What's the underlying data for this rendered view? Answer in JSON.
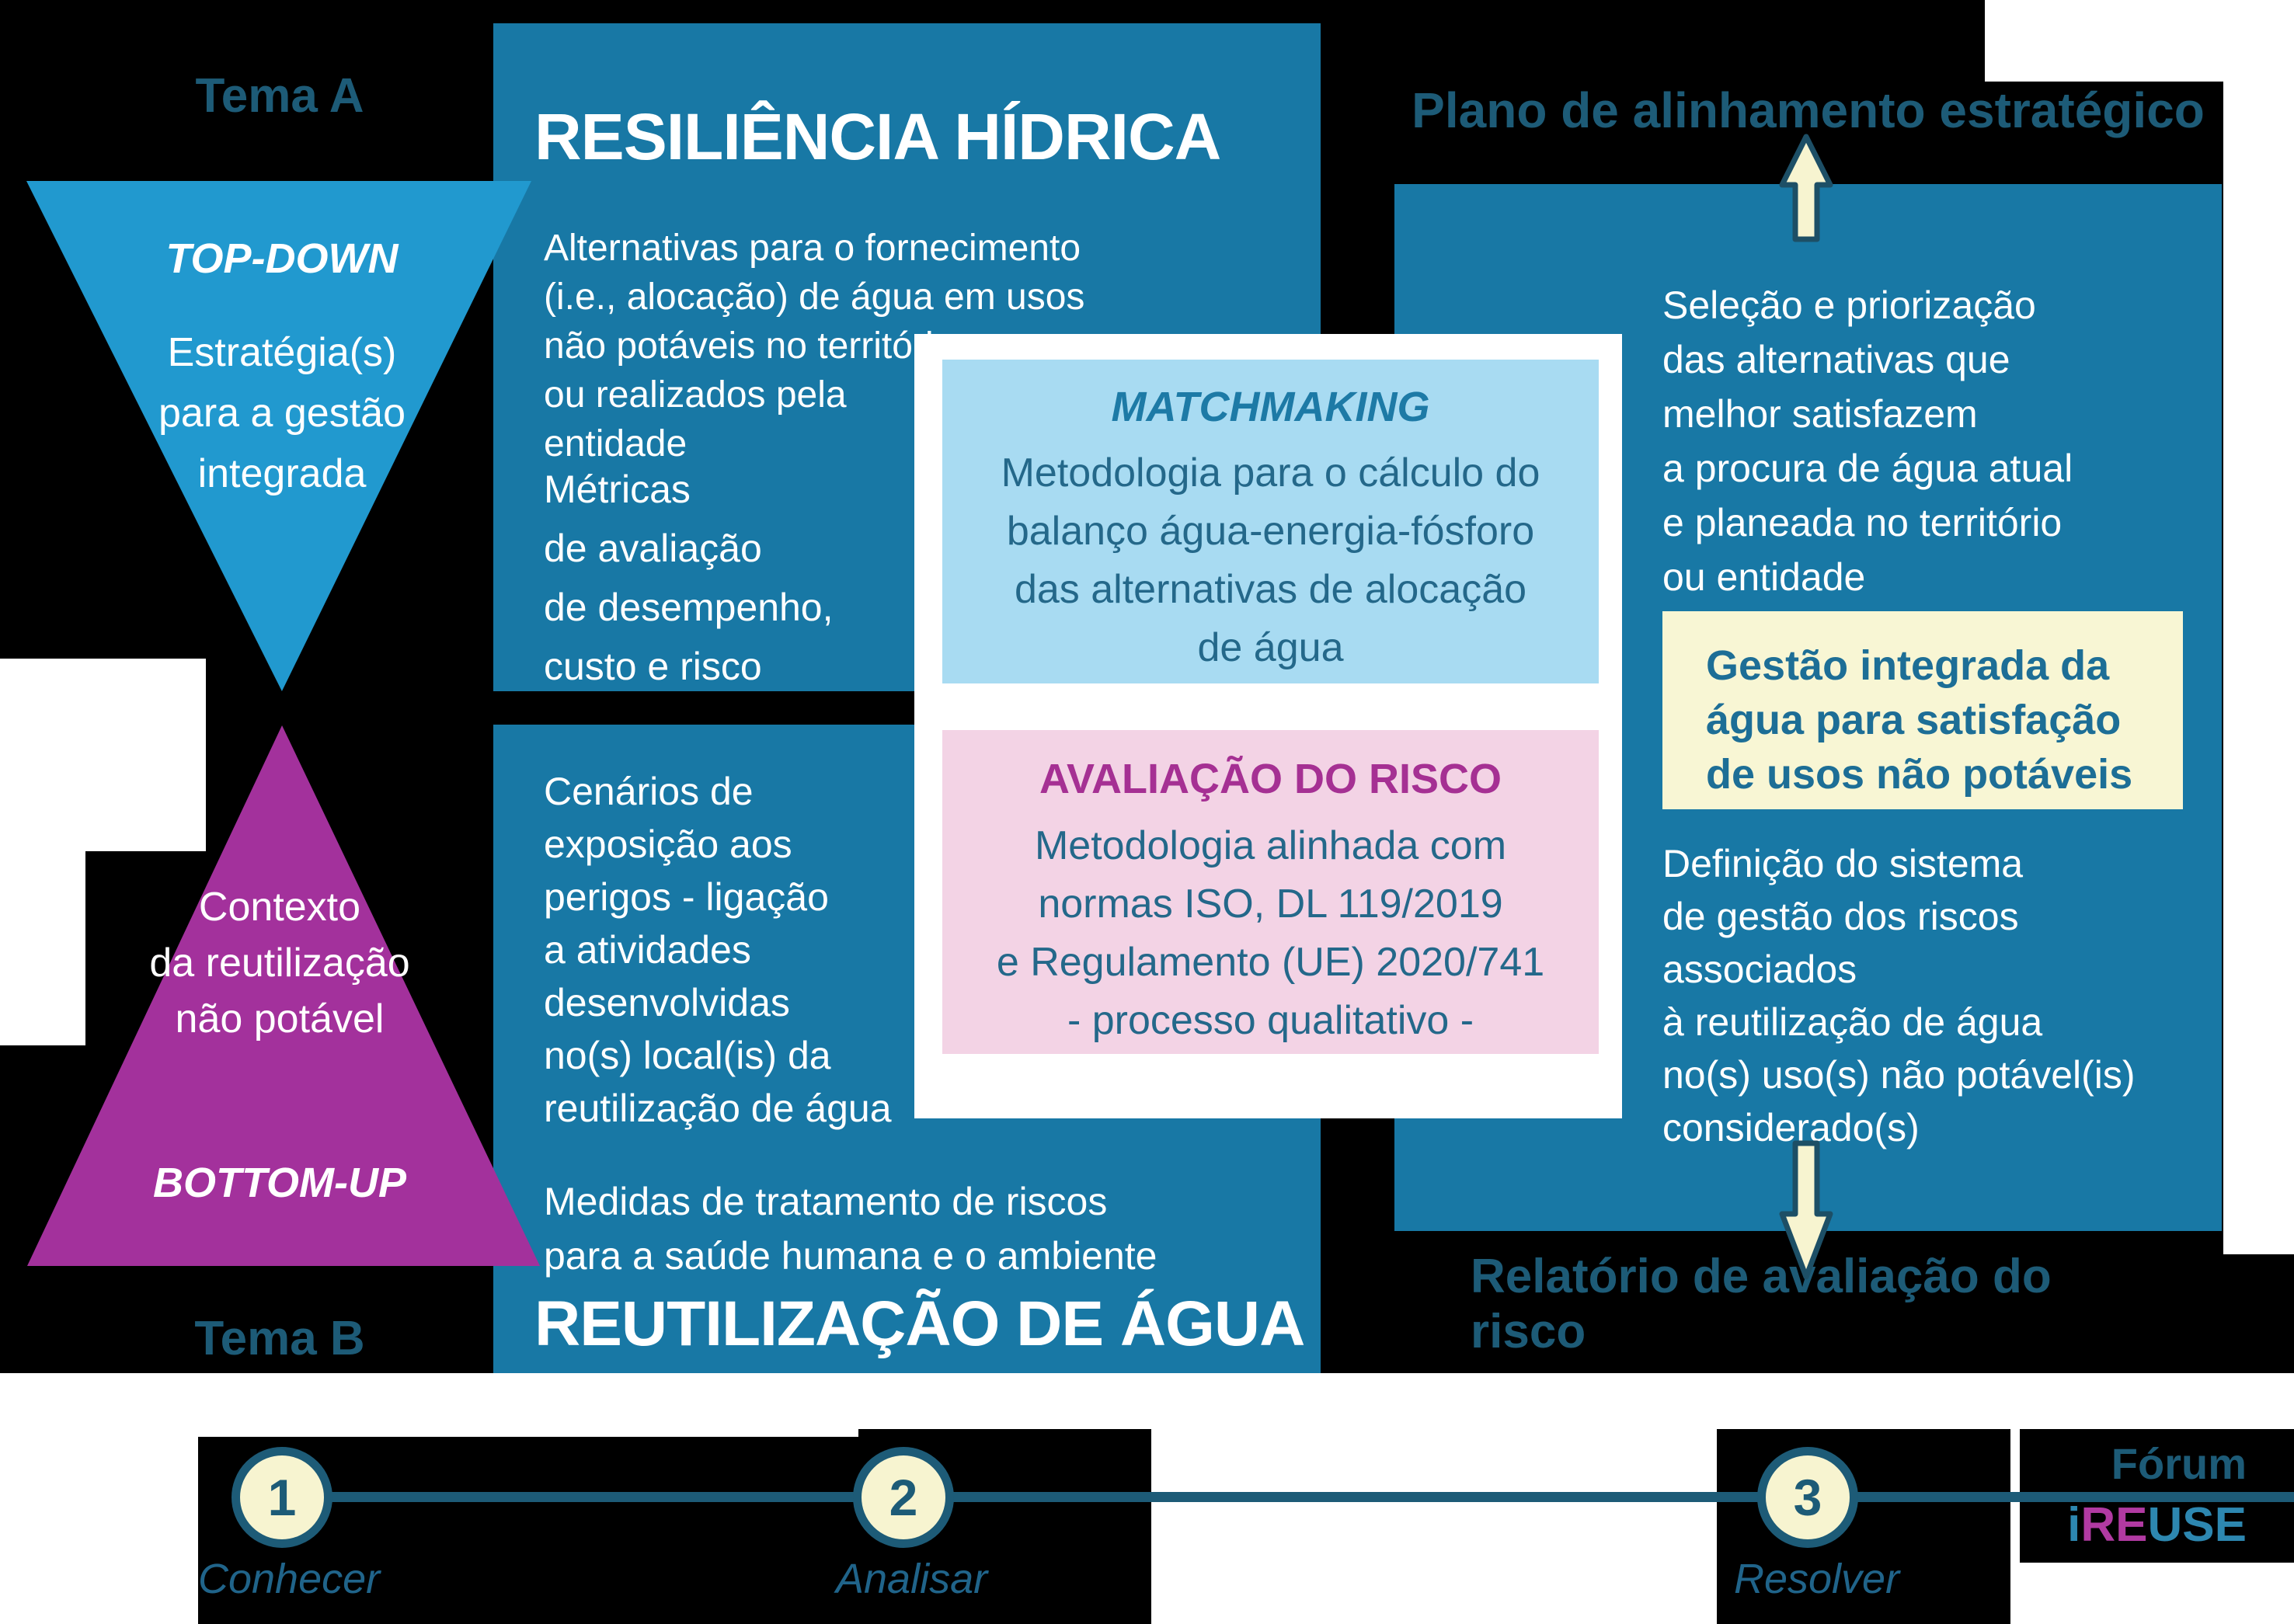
{
  "colors": {
    "canvas": "#000000",
    "box_teal": "#1878a5",
    "triangle_blue": "#2199cf",
    "triangle_purple": "#a3319c",
    "matchmaking_bg": "#a8dbf2",
    "risk_bg": "#f3d3e5",
    "highlight_bg": "#f8f6d4",
    "dark_teal_text": "#1d5b77",
    "body_teal_text": "#24688a",
    "risk_title_magenta": "#a53093",
    "arrow_fill": "#f7f4d0",
    "ireuse_blue": "#2d87b0",
    "ireuse_magenta": "#b13aa2"
  },
  "icons": {
    "up_arrow": "arrow-up-icon",
    "down_arrow": "arrow-down-icon"
  },
  "tema_a": "Tema A",
  "tema_b": "Tema B",
  "triangle_top": {
    "label": "TOP-DOWN",
    "text": "Estratégia(s)\npara a gestão\nintegrada"
  },
  "triangle_bottom": {
    "label": "BOTTOM-UP",
    "text": "Contexto\nda reutilização\nnão potável"
  },
  "resilience_box": {
    "title": "RESILIÊNCIA HÍDRICA",
    "para1": "Alternativas para o fornecimento\n(i.e., alocação) de água em usos\nnão potáveis no território\nou realizados pela\nentidade",
    "para2": "Métricas\nde avaliação\nde desempenho,\ncusto e risco"
  },
  "reuse_box": {
    "para1": "Cenários de\nexposição aos\nperigos - ligação\na atividades\ndesenvolvidas\nno(s) local(is) da\nreutilização de água",
    "para2": "Medidas de tratamento de riscos\npara a saúde humana e o ambiente",
    "title": "REUTILIZAÇÃO DE ÁGUA"
  },
  "matchmaking_box": {
    "title": "MATCHMAKING",
    "text": "Metodologia para o cálculo do\nbalanço água-energia-fósforo\ndas alternativas de alocação\nde água"
  },
  "risk_box": {
    "title": "AVALIAÇÃO DO RISCO",
    "text": "Metodologia alinhada com\nnormas ISO, DL 119/2019\ne Regulamento (UE) 2020/741\n- processo qualitativo -"
  },
  "plan_title": "Plano de alinhamento estratégico",
  "right_box": {
    "para1": "Seleção e priorização\ndas alternativas que\nmelhor satisfazem\na procura de água atual\ne planeada no território\nou entidade",
    "highlight": "Gestão integrada da\nágua para satisfação\nde usos não potáveis",
    "para2": "Definição do sistema\nde gestão dos riscos\nassociados\nà reutilização de água\nno(s) uso(s) não potável(is)\nconsiderado(s)"
  },
  "report_title": "Relatório de avaliação do risco",
  "timeline": {
    "steps": [
      {
        "number": "1",
        "label": "Conhecer"
      },
      {
        "number": "2",
        "label": "Analisar"
      },
      {
        "number": "3",
        "label": "Resolver"
      }
    ],
    "forum": {
      "line1": "Fórum",
      "parts": [
        {
          "t": "i"
        },
        {
          "t": "RE"
        },
        {
          "t": "USE"
        }
      ]
    }
  }
}
